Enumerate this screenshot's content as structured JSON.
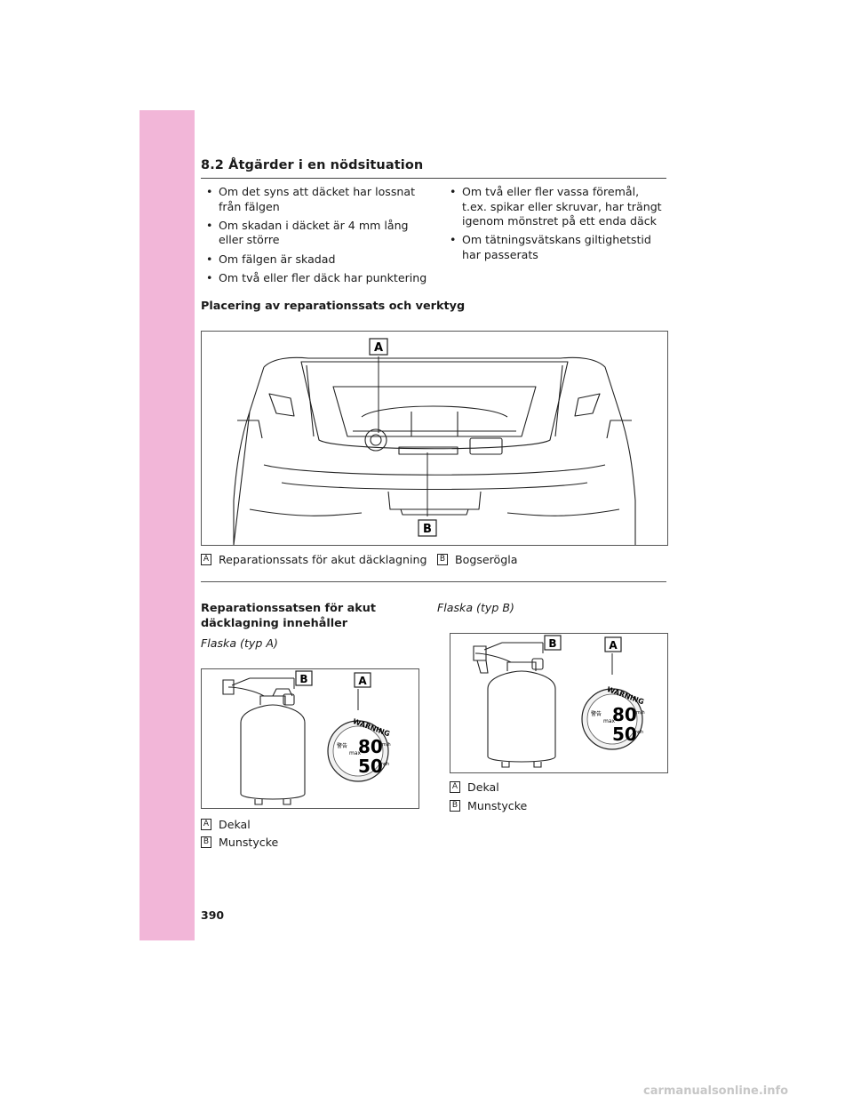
{
  "header": {
    "section_title": "8.2  Åtgärder i en nödsituation"
  },
  "bullets_left": [
    "Om det syns att däcket har lossnat från fälgen",
    "Om skadan i däcket är 4 mm lång eller större",
    "Om fälgen är skadad",
    "Om två eller fler däck har punktering"
  ],
  "bullets_right": [
    "Om två eller fler vassa föremål, t.ex. spikar eller skruvar, har trängt igenom mönstret på ett enda däck",
    "Om tätningsvätskans giltighetstid har passerats"
  ],
  "placement": {
    "heading": "Placering av reparationssats och verktyg",
    "legend": [
      {
        "key": "A",
        "text": "Reparationssats för akut däcklagning"
      },
      {
        "key": "B",
        "text": "Bogserögla"
      }
    ]
  },
  "kit": {
    "heading": "Reparationssatsen för akut däcklagning innehåller",
    "type_a": {
      "title": "Flaska (typ A)",
      "legend": [
        {
          "key": "A",
          "text": "Dekal"
        },
        {
          "key": "B",
          "text": "Munstycke"
        }
      ]
    },
    "type_b": {
      "title": "Flaska (typ B)",
      "legend": [
        {
          "key": "A",
          "text": "Dekal"
        },
        {
          "key": "B",
          "text": "Munstycke"
        }
      ]
    },
    "decal": {
      "word": "WARNING",
      "kanji": "警告",
      "top_speed": "80",
      "bottom_speed": "50",
      "unit_kmh": "km/h",
      "unit_mph": "mph",
      "max": "max"
    }
  },
  "page_number": "390",
  "watermark": "carmanualsonline.info"
}
